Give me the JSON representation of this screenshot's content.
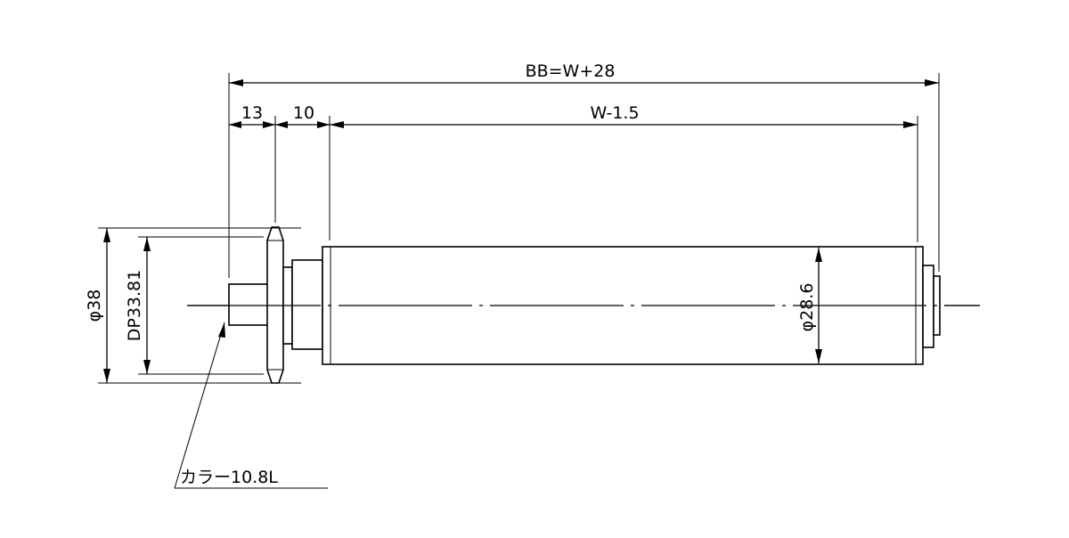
{
  "drawing": {
    "dimensions": {
      "overall_length": "BB=W+28",
      "collar_length": "13",
      "step_length": "10",
      "tube_length": "W-1.5",
      "flange_diameter": "φ38",
      "pitch_diameter": "DP33.81",
      "tube_diameter": "φ28.6"
    },
    "callouts": {
      "collar": "カラー10.8L"
    }
  }
}
